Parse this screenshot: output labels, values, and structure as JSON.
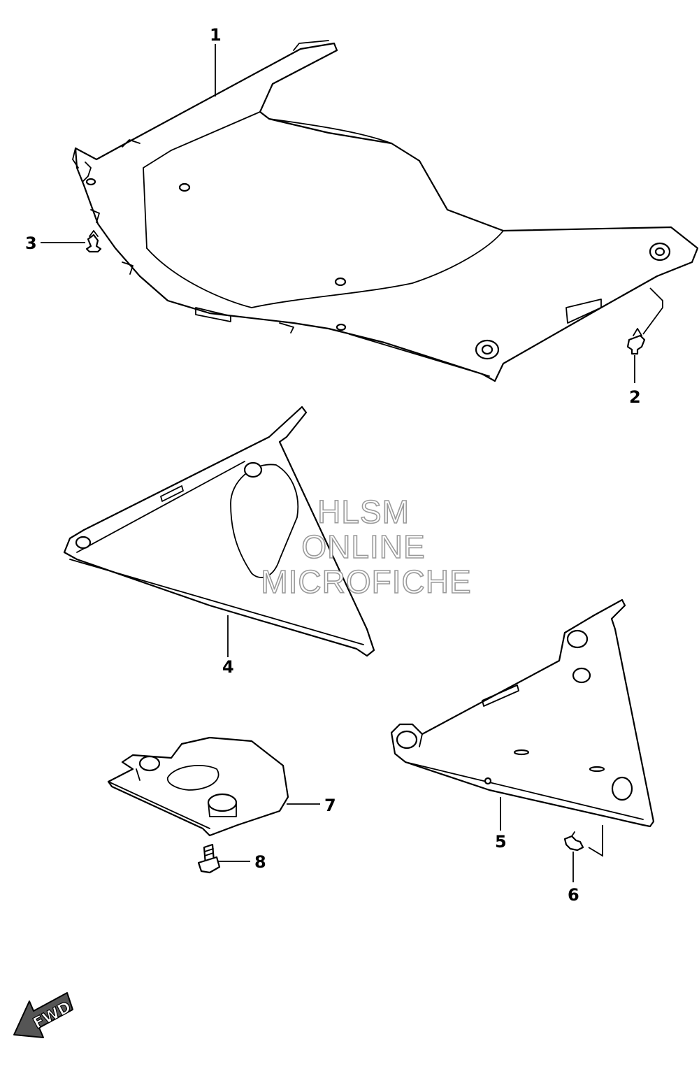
{
  "callouts": {
    "c1": "1",
    "c2": "2",
    "c3": "3",
    "c4": "4",
    "c5": "5",
    "c6": "6",
    "c7": "7",
    "c8": "8"
  },
  "watermark": {
    "line1": "HLSM",
    "line2": "ONLINE",
    "line3": "MICROFICHE"
  },
  "direction_arrow": {
    "label": "FWD",
    "icon": "fwd-arrow-icon"
  }
}
